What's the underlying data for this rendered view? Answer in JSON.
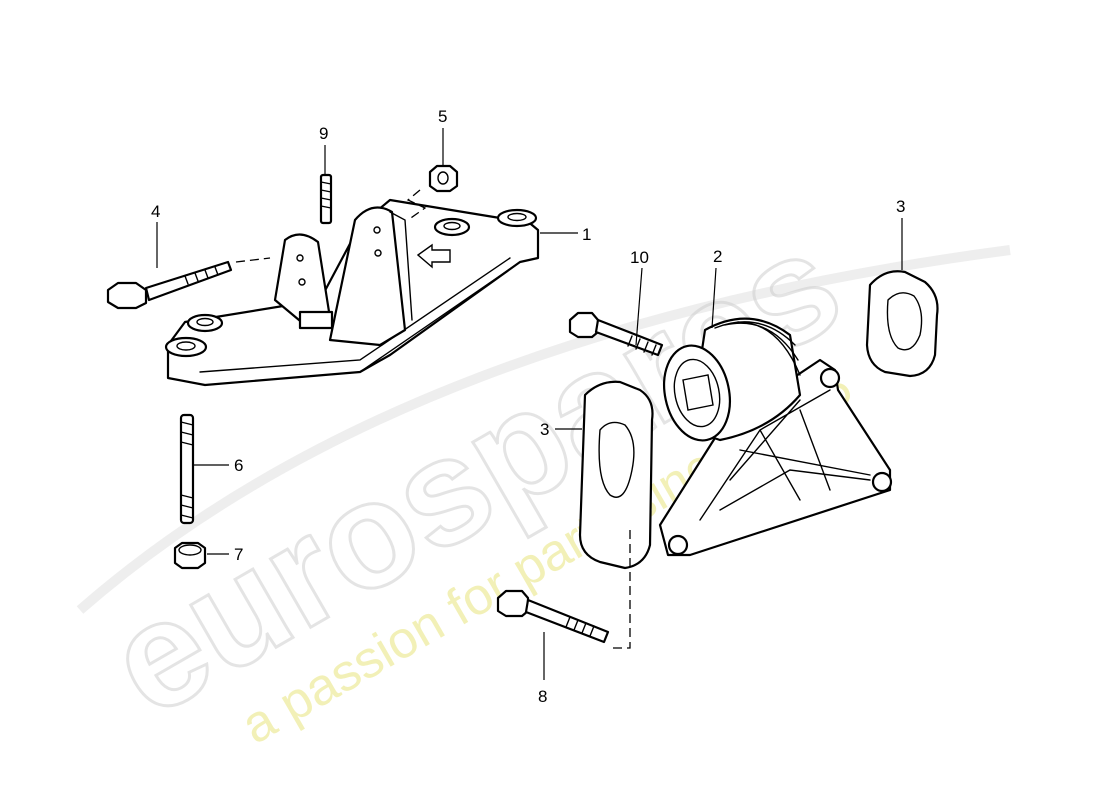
{
  "watermark": {
    "logo": "eurospares",
    "tagline": "a passion for parts since 1985"
  },
  "callouts": {
    "c1": "1",
    "c2": "2",
    "c3a": "3",
    "c3b": "3",
    "c4": "4",
    "c5": "5",
    "c6": "6",
    "c7": "7",
    "c8": "8",
    "c9": "9",
    "c10": "10"
  }
}
